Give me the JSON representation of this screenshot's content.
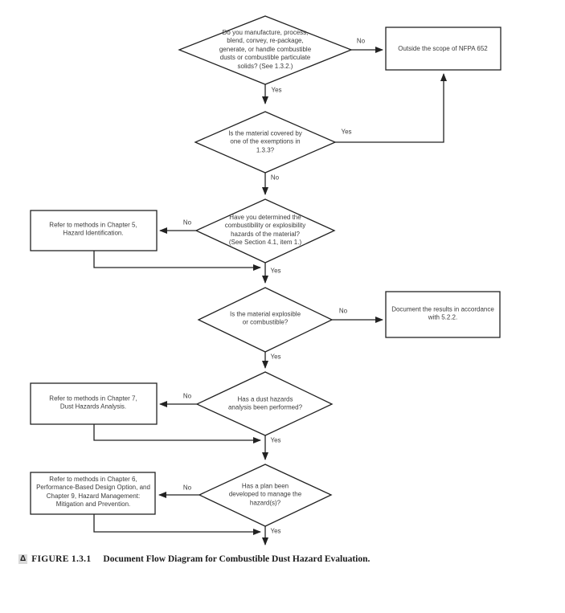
{
  "caption": {
    "marker": "Δ",
    "label": "FIGURE 1.3.1",
    "text": "Document Flow Diagram for Combustible Dust Hazard Evaluation."
  },
  "flowchart": {
    "decisions": {
      "manufacture": {
        "text": "Do you manufacture, process,\nblend, convey, re-package,\ngenerate, or handle combustible\ndusts or combustible particulate\nsolids? (See 1.3.2.)"
      },
      "exemptions": {
        "text": "Is the material covered by\none of the exemptions in\n1.3.3?"
      },
      "determined": {
        "text": "Have you determined the\ncombustibility or explosibility\nhazards of the material?\n(See Section 4.1, item 1.)"
      },
      "explosible": {
        "text": "Is the material explosible\nor combustible?"
      },
      "dha_performed": {
        "text": "Has a dust hazards\nanalysis been performed?"
      },
      "plan_developed": {
        "text": "Has a plan been\ndeveloped to manage the\nhazard(s)?"
      }
    },
    "boxes": {
      "outside_scope": {
        "text": "Outside the scope of NFPA 652"
      },
      "chapter5": {
        "text": "Refer to methods in Chapter 5,\nHazard Identification."
      },
      "document_results": {
        "text": "Document the results in accordance\nwith 5.2.2."
      },
      "chapter7": {
        "text": "Refer to methods in Chapter 7,\nDust Hazards Analysis."
      },
      "chapter6_9": {
        "text": "Refer to methods in Chapter 6,\nPerformance-Based Design Option, and\nChapter 9, Hazard Management:\nMitigation and Prevention."
      }
    },
    "edge_labels": {
      "manufacture_no": "No",
      "manufacture_yes": "Yes",
      "exemptions_yes": "Yes",
      "exemptions_no": "No",
      "determined_no": "No",
      "determined_yes": "Yes",
      "explosible_no": "No",
      "explosible_yes": "Yes",
      "dha_no": "No",
      "dha_yes": "Yes",
      "plan_no": "No",
      "plan_yes": "Yes"
    },
    "colors": {
      "ink": "#222222",
      "text": "#3a3a3a",
      "caption_marker_bg": "#d9d9d9"
    }
  }
}
